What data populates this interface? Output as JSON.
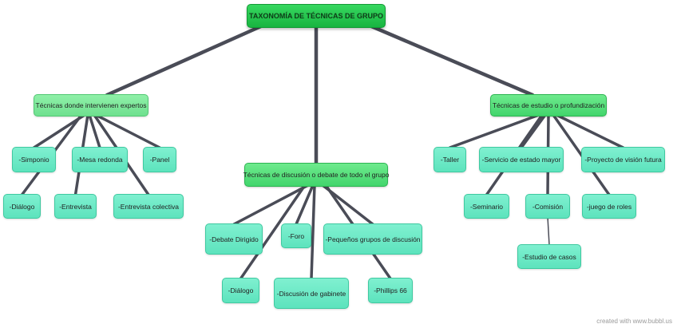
{
  "diagram": {
    "root": "TAXONOMÍA DE TÉCNICAS DE GRUPO",
    "categories": {
      "expertos": "Técnicas donde intervienen expertos",
      "discusion": "Técnicas de discusión o debate de todo el grupo",
      "estudio": "Técnicas de estudio o profundización"
    },
    "nodes": {
      "simponio": "-Simponio",
      "mesa_redonda": "-Mesa redonda",
      "panel": "-Panel",
      "dialogo_1": "-Diálogo",
      "entrevista": "-Entrevista",
      "entrevista_colectiva": "-Entrevista colectiva",
      "debate_dirigido": "-Debate Dirigido",
      "foro": "-Foro",
      "pequenos_grupos": "-Pequeños grupos de discusión",
      "dialogo_2": "-Diálogo",
      "discusion_gabinete": "-Discusión de gabinete",
      "phillips": "-Phillips 66",
      "taller": "-Taller",
      "servicio_estado_mayor": "-Servicio de estado mayor",
      "proyecto_vision": "-Proyecto de visión futura",
      "seminario": "-Seminario",
      "comision": "-Comisión",
      "juego_roles": "-juego de roles",
      "estudio_casos": "-Estudio de casos"
    }
  },
  "footer": {
    "watermark": "created with www.bubbl.us"
  },
  "colors": {
    "root": "#22c24a",
    "category": "#7ee89c",
    "leaf": "#6ee8c6",
    "connector": "#4a4c57"
  }
}
